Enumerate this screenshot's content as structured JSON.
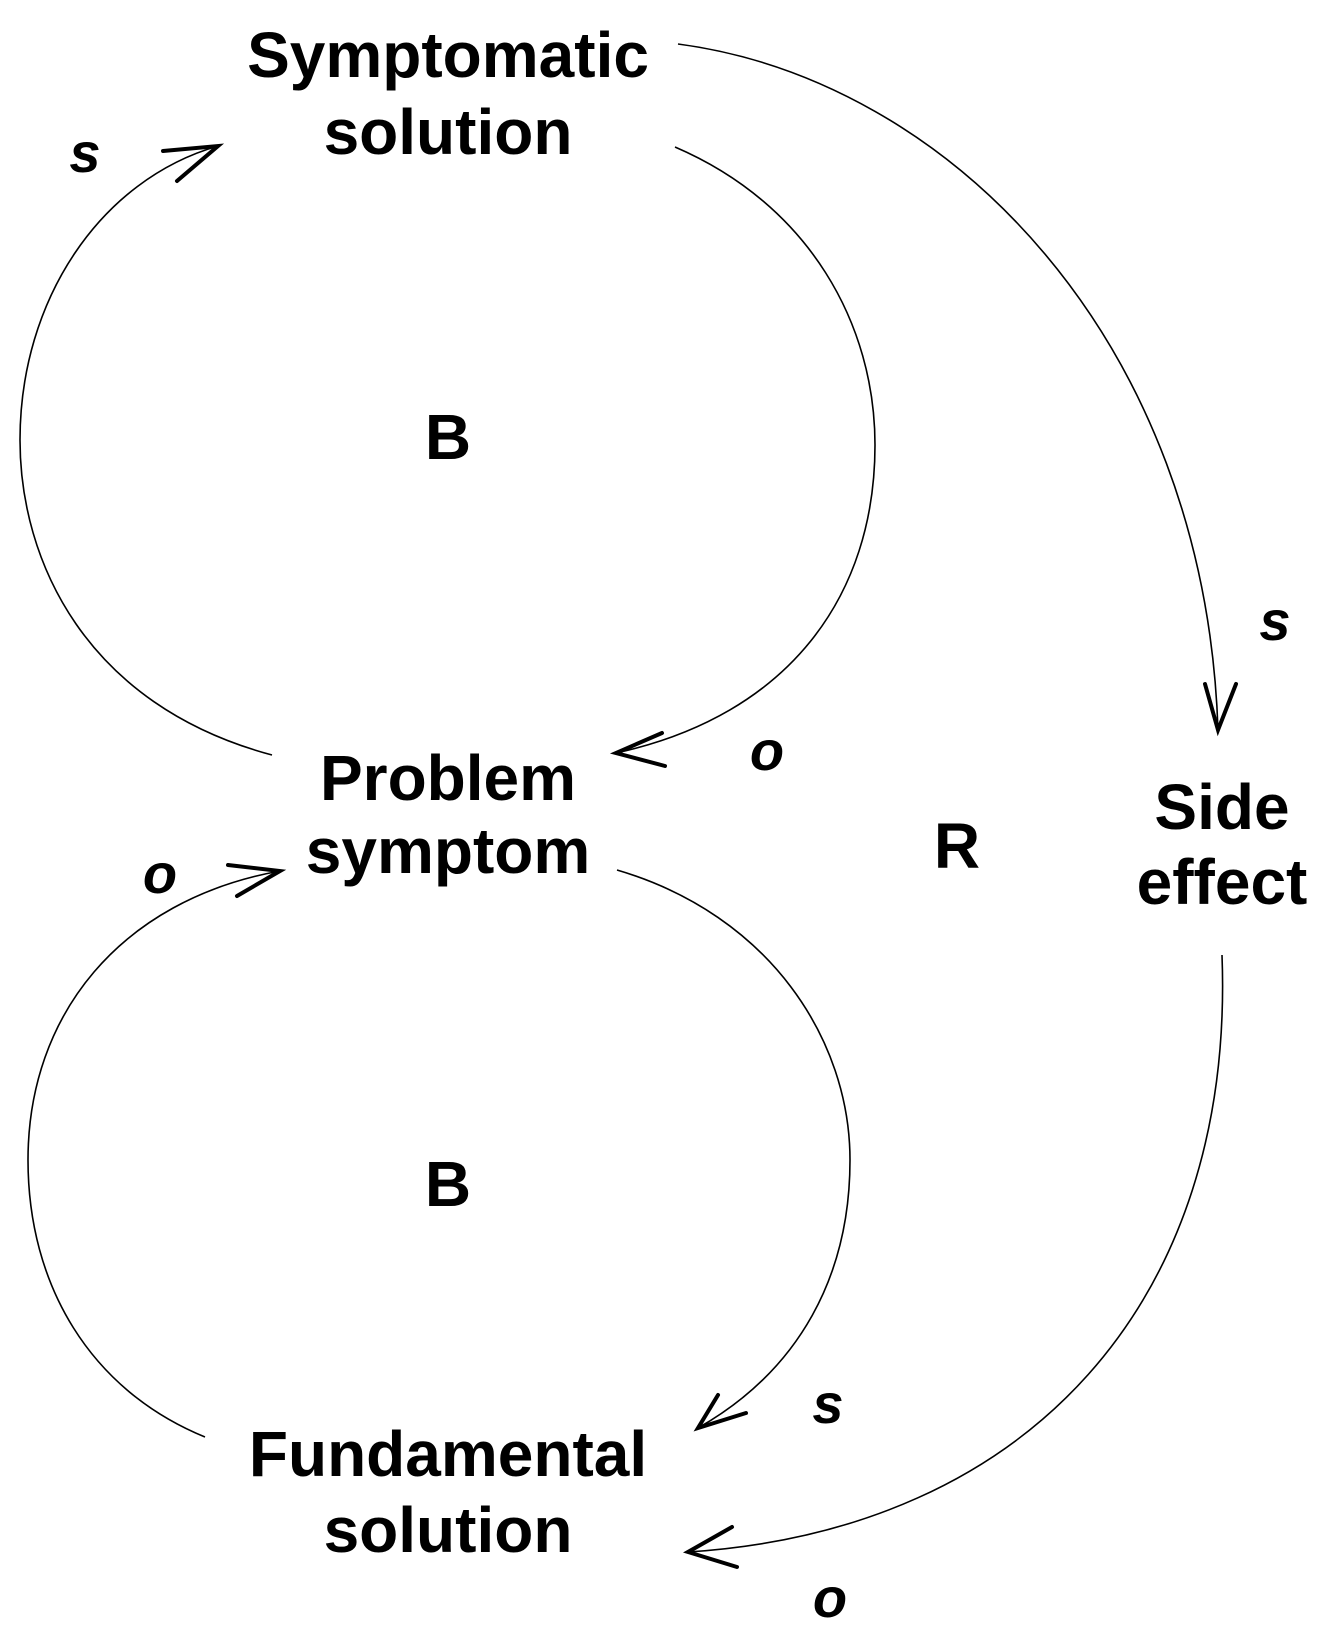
{
  "nodes": {
    "symptomatic_solution": {
      "line1": "Symptomatic",
      "line2": "solution"
    },
    "problem_symptom": {
      "line1": "Problem",
      "line2": "symptom"
    },
    "fundamental_solution": {
      "line1": "Fundamental",
      "line2": "solution"
    },
    "side_effect": {
      "line1": "Side",
      "line2": "effect"
    }
  },
  "loops": {
    "upper_balancing": "B",
    "lower_balancing": "B",
    "reinforcing": "R"
  },
  "link_polarities": {
    "problem_to_symptomatic": "s",
    "symptomatic_to_problem": "o",
    "symptomatic_to_side_effect": "s",
    "fundamental_to_problem": "o",
    "problem_to_fundamental": "s",
    "side_effect_to_fundamental": "o"
  }
}
